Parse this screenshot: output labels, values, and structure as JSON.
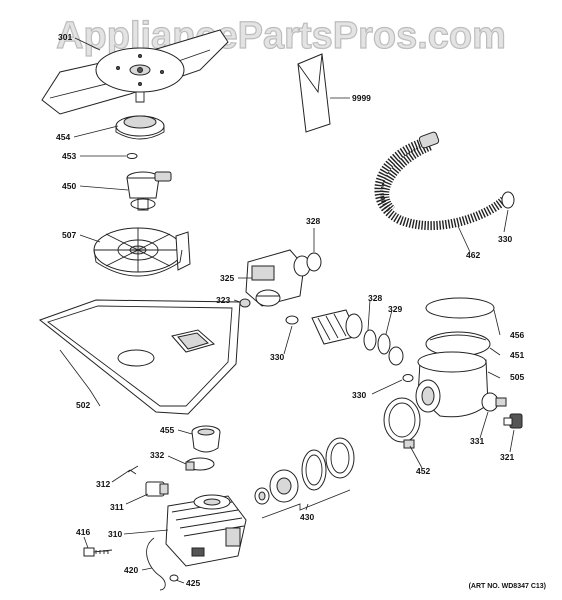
{
  "watermark": "AppliancePartsPros.com",
  "art_number": "(ART NO. WD8347 C13)",
  "labels": {
    "p301": "301",
    "p454": "454",
    "p453": "453",
    "p450": "450",
    "p507": "507",
    "p502": "502",
    "p9999": "9999",
    "p328a": "328",
    "p325": "325",
    "p323": "323",
    "p330a": "330",
    "p328b": "328",
    "p329": "329",
    "p330b": "330",
    "p462": "462",
    "p330c": "330",
    "p456": "456",
    "p451": "451",
    "p505": "505",
    "p331": "331",
    "p321": "321",
    "p452": "452",
    "p455": "455",
    "p332": "332",
    "p312": "312",
    "p311": "311",
    "p310": "310",
    "p416": "416",
    "p420": "420",
    "p425": "425",
    "p430": "430"
  }
}
